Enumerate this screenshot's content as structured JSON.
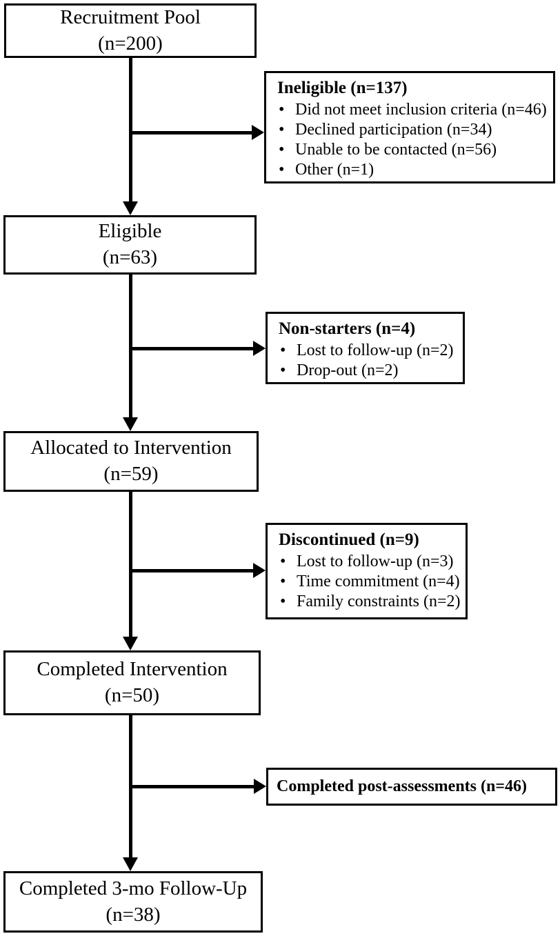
{
  "flow_boxes": {
    "recruitment": {
      "line1": "Recruitment Pool",
      "line2": "(n=200)"
    },
    "eligible": {
      "line1": "Eligible",
      "line2": "(n=63)"
    },
    "allocated": {
      "line1": "Allocated to Intervention",
      "line2": "(n=59)"
    },
    "completed_intervention": {
      "line1": "Completed Intervention",
      "line2": "(n=50)"
    },
    "followup": {
      "line1": "Completed 3-mo Follow-Up",
      "line2": "(n=38)"
    }
  },
  "side_boxes": {
    "ineligible": {
      "title": "Ineligible (n=137)",
      "items": [
        "Did not meet inclusion criteria (n=46)",
        "Declined participation (n=34)",
        "Unable to be contacted (n=56)",
        "Other (n=1)"
      ]
    },
    "non_starters": {
      "title": "Non-starters (n=4)",
      "items": [
        "Lost to follow-up (n=2)",
        "Drop-out (n=2)"
      ]
    },
    "discontinued": {
      "title": "Discontinued (n=9)",
      "items": [
        "Lost to follow-up (n=3)",
        "Time commitment (n=4)",
        "Family constraints (n=2)"
      ]
    },
    "post_assessments": {
      "title": "Completed post-assessments (n=46)"
    }
  },
  "colors": {
    "line": "#000000",
    "background": "#ffffff",
    "text": "#000000"
  }
}
